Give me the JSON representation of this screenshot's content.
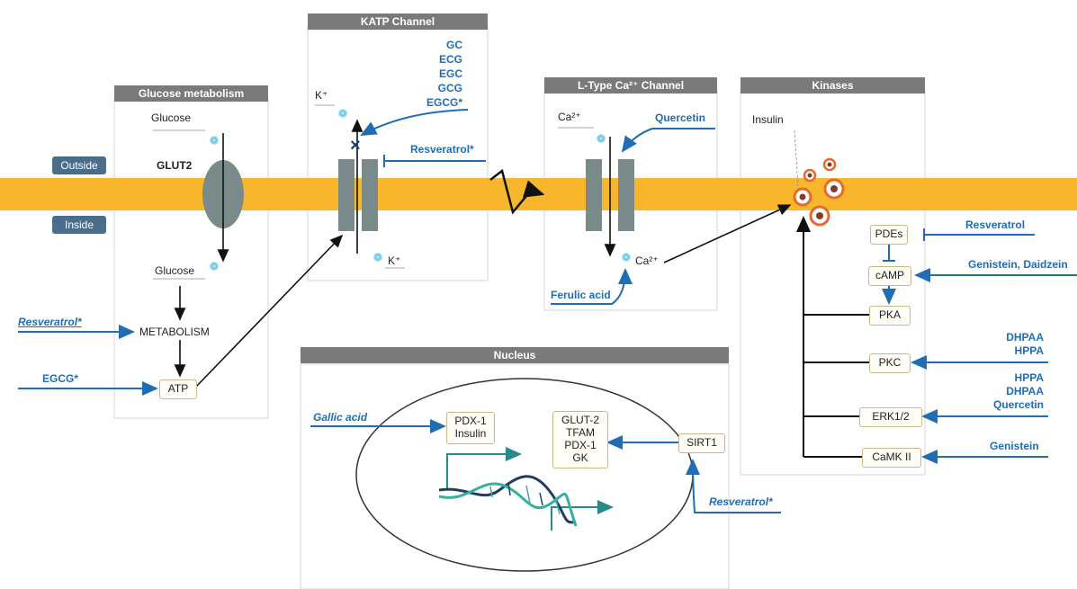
{
  "membrane": {
    "outside": "Outside",
    "inside": "Inside"
  },
  "panels": {
    "glucose": {
      "title": "Glucose metabolism",
      "glucose_top": "Glucose",
      "glut2": "GLUT2",
      "glucose_bottom": "Glucose",
      "metabolism": "METABOLISM",
      "atp": "ATP",
      "inputs": {
        "resveratrol": "Resveratrol*",
        "egcg": "EGCG*"
      }
    },
    "katp": {
      "title": "KATP Channel",
      "k_out": "K⁺",
      "k_in": "K⁺",
      "activators": [
        "GC",
        "ECG",
        "EGC",
        "GCG",
        "EGCG*"
      ],
      "inhibitor": "Resveratrol*"
    },
    "ltype": {
      "title": "L-Type Ca²⁺ Channel",
      "ca_out": "Ca²⁺",
      "ca_in": "Ca²⁺",
      "quercetin": "Quercetin",
      "ferulic": "Ferulic acid"
    },
    "kinases": {
      "title": "Kinases",
      "insulin": "Insulin",
      "pdes": "PDEs",
      "camp": "cAMP",
      "pka": "PKA",
      "pkc": "PKC",
      "erk": "ERK1/2",
      "camk": "CaMK II",
      "inputs": {
        "resveratrol": "Resveratrol",
        "genistein_daidzein": "Genistein, Daidzein",
        "pkc_list": [
          "DHPAA",
          "HPPA"
        ],
        "erk_list": [
          "HPPA",
          "DHPAA",
          "Quercetin"
        ],
        "genistein": "Genistein"
      }
    },
    "nucleus": {
      "title": "Nucleus",
      "gallic": "Gallic acid",
      "pdx_box": [
        "PDX-1",
        "Insulin"
      ],
      "genes_box": [
        "GLUT-2",
        "TFAM",
        "PDX-1",
        "GK"
      ],
      "sirt1": "SIRT1",
      "resveratrol": "Resveratrol*"
    }
  },
  "colors": {
    "membrane": "#f7b62b",
    "arrow_blue": "#1f6eb5",
    "panel_header": "#7a7a7a",
    "channel": "#7a8a8a"
  }
}
